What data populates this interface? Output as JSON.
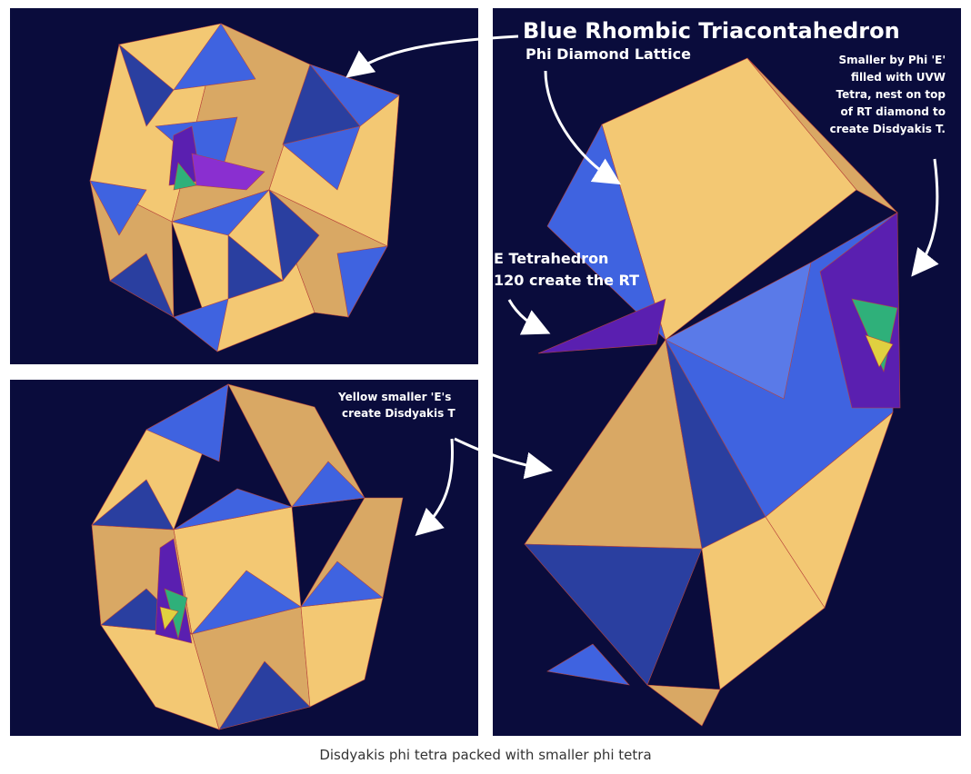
{
  "colors": {
    "background": "#0a0c3c",
    "face_yellow": "#f3c873",
    "face_tan": "#d9a864",
    "face_dark_tan": "#a9834a",
    "face_blue": "#3f63e0",
    "face_dark_blue": "#2a3fa0",
    "tetra_purple": "#5a1fb0",
    "annotation_text": "#ffffff",
    "caption_text": "#333333"
  },
  "annotations": {
    "main_title": "Blue Rhombic Triacontahedron",
    "main_subtitle": "Phi Diamond Lattice",
    "smaller_note": [
      "Smaller by Phi 'E'",
      "filled with UVW",
      "Tetra, nest on top",
      "of RT diamond to",
      "create Disdyakis T."
    ],
    "e_tetra": [
      "E Tetrahedron",
      "120 create the RT"
    ],
    "yellow_note": [
      "Yellow smaller 'E's",
      "create Disdyakis T"
    ]
  },
  "caption": "Disdyakis phi tetra packed with smaller phi tetra"
}
